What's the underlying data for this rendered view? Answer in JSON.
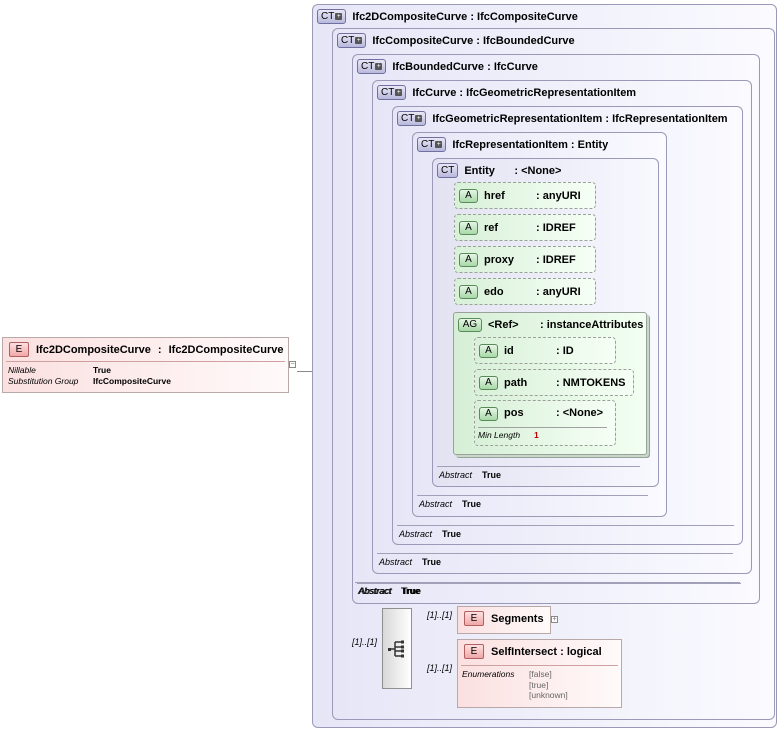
{
  "root_element": {
    "badge": "E",
    "name": "Ifc2DCompositeCurve",
    "type": "Ifc2DCompositeCurve",
    "props": [
      {
        "label": "Nillable",
        "value": "True"
      },
      {
        "label": "Substitution Group",
        "value": "IfcCompositeCurve"
      }
    ]
  },
  "complex_types": [
    {
      "badge": "CT",
      "name": "Ifc2DCompositeCurve",
      "base": "IfcCompositeCurve"
    },
    {
      "badge": "CT",
      "name": "IfcCompositeCurve",
      "base": "IfcBoundedCurve",
      "abstract_label": "Abstract",
      "abstract_value": "True"
    },
    {
      "badge": "CT",
      "name": "IfcBoundedCurve",
      "base": "IfcCurve",
      "abstract_label": "Abstract",
      "abstract_value": "True"
    },
    {
      "badge": "CT",
      "name": "IfcCurve",
      "base": "IfcGeometricRepresentationItem",
      "abstract_label": "Abstract",
      "abstract_value": "True"
    },
    {
      "badge": "CT",
      "name": "IfcGeometricRepresentationItem",
      "base": "IfcRepresentationItem",
      "abstract_label": "Abstract",
      "abstract_value": "True"
    },
    {
      "badge": "CT",
      "name": "IfcRepresentationItem",
      "base": "Entity",
      "abstract_label": "Abstract",
      "abstract_value": "True"
    },
    {
      "badge": "CT",
      "name": "Entity",
      "base": "<None>",
      "abstract_label": "Abstract",
      "abstract_value": "True"
    }
  ],
  "entity_attributes": [
    {
      "badge": "A",
      "name": "href",
      "type": "anyURI"
    },
    {
      "badge": "A",
      "name": "ref",
      "type": "IDREF"
    },
    {
      "badge": "A",
      "name": "proxy",
      "type": "IDREF"
    },
    {
      "badge": "A",
      "name": "edo",
      "type": "anyURI"
    }
  ],
  "attribute_group": {
    "badge": "AG",
    "name": "<Ref>",
    "type": "instanceAttributes",
    "attributes": [
      {
        "badge": "A",
        "name": "id",
        "type": "ID"
      },
      {
        "badge": "A",
        "name": "path",
        "type": "NMTOKENS"
      },
      {
        "badge": "A",
        "name": "pos",
        "type": "<None>",
        "prop_label": "Min Length",
        "prop_value": "1"
      }
    ]
  },
  "sequence": {
    "multiplicity": "[1]..[1]"
  },
  "child_elements": [
    {
      "badge": "E",
      "name": "Segments",
      "type": "",
      "multiplicity": "[1]..[1]"
    },
    {
      "badge": "E",
      "name": "SelfIntersect",
      "type": "logical",
      "multiplicity": "[1]..[1]",
      "prop_label": "Enumerations",
      "enumerations": [
        "[false]",
        "[true]",
        "[unknown]"
      ]
    }
  ]
}
